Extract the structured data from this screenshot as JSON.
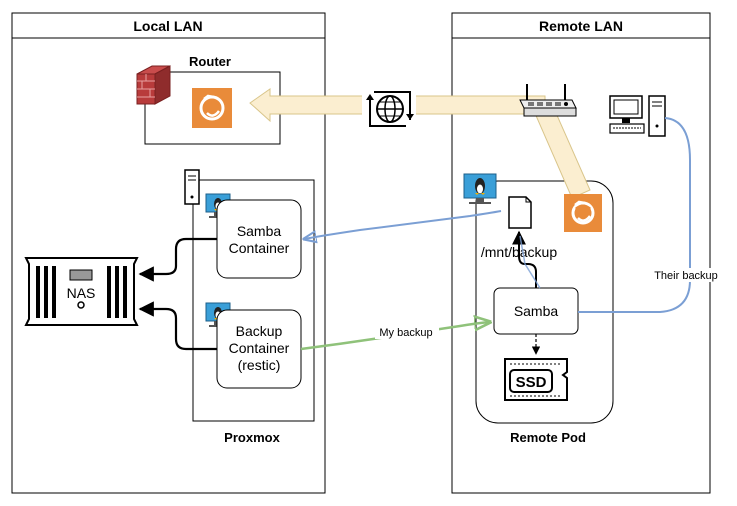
{
  "panels": {
    "local": {
      "title": "Local LAN"
    },
    "remote": {
      "title": "Remote LAN"
    }
  },
  "router": {
    "title": "Router"
  },
  "proxmox": {
    "title": "Proxmox"
  },
  "remote_pod": {
    "title": "Remote Pod"
  },
  "samba_container": {
    "line1": "Samba",
    "line2": "Container"
  },
  "backup_container": {
    "line1": "Backup",
    "line2": "Container",
    "line3": "(restic)"
  },
  "nas": {
    "label": "NAS"
  },
  "remote_samba": {
    "label": "Samba"
  },
  "mount": {
    "path": "/mnt/backup"
  },
  "ssd": {
    "label": "SSD"
  },
  "links": {
    "my_backup": "My backup",
    "their_backup": "Their backup"
  },
  "colors": {
    "tunnel_fill": "#fbeed0",
    "tunnel_stroke": "#d9c58a",
    "wireguard": "#e98b3a",
    "blue_link": "#7b9fd4",
    "green_link": "#8fc27a",
    "screen": "#3a9fd8"
  },
  "icons": [
    "firewall-icon",
    "wireguard-icon",
    "globe-sync-icon",
    "router-icon",
    "desktop-pc-icon",
    "linux-vm-icon",
    "server-tower-icon",
    "nas-icon",
    "ssd-icon",
    "file-icon"
  ]
}
